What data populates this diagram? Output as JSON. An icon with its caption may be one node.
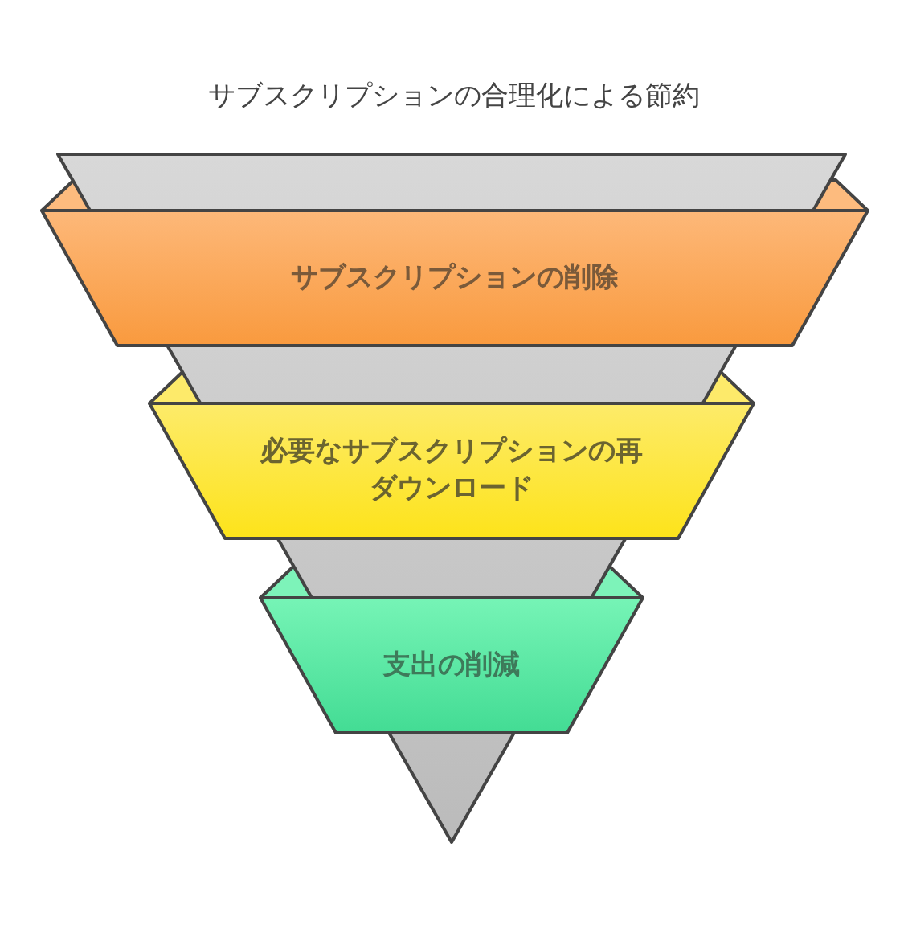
{
  "diagram": {
    "title": "サブスクリプションの合理化による節約",
    "nodes": [
      {
        "text": [
          "サブスクリプションの削除"
        ]
      },
      {
        "text": [
          "必要なサブスクリプションの再ダウンロード"
        ]
      },
      {
        "text": [
          "支出の削減"
        ]
      }
    ],
    "edges": []
  }
}
